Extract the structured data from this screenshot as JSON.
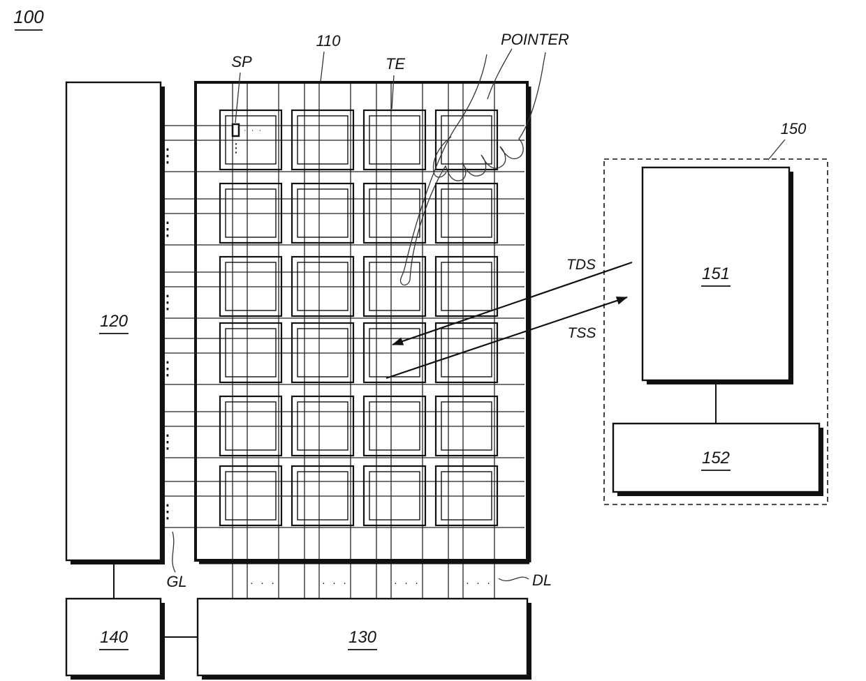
{
  "labels": {
    "fig": "100",
    "panel": "110",
    "left_block": "120",
    "bottom_block": "130",
    "bottom_left_block": "140",
    "dashed_box": "150",
    "right_block_top": "151",
    "right_block_bottom": "152",
    "sp": "SP",
    "te": "TE",
    "pointer": "POINTER",
    "tds": "TDS",
    "tss": "TSS",
    "gl": "GL",
    "dl": "DL"
  },
  "decorations": {
    "h_dots": "· · ·",
    "v_dots": "⋮"
  },
  "colors": {
    "ink": "#111111",
    "background": "#ffffff"
  }
}
